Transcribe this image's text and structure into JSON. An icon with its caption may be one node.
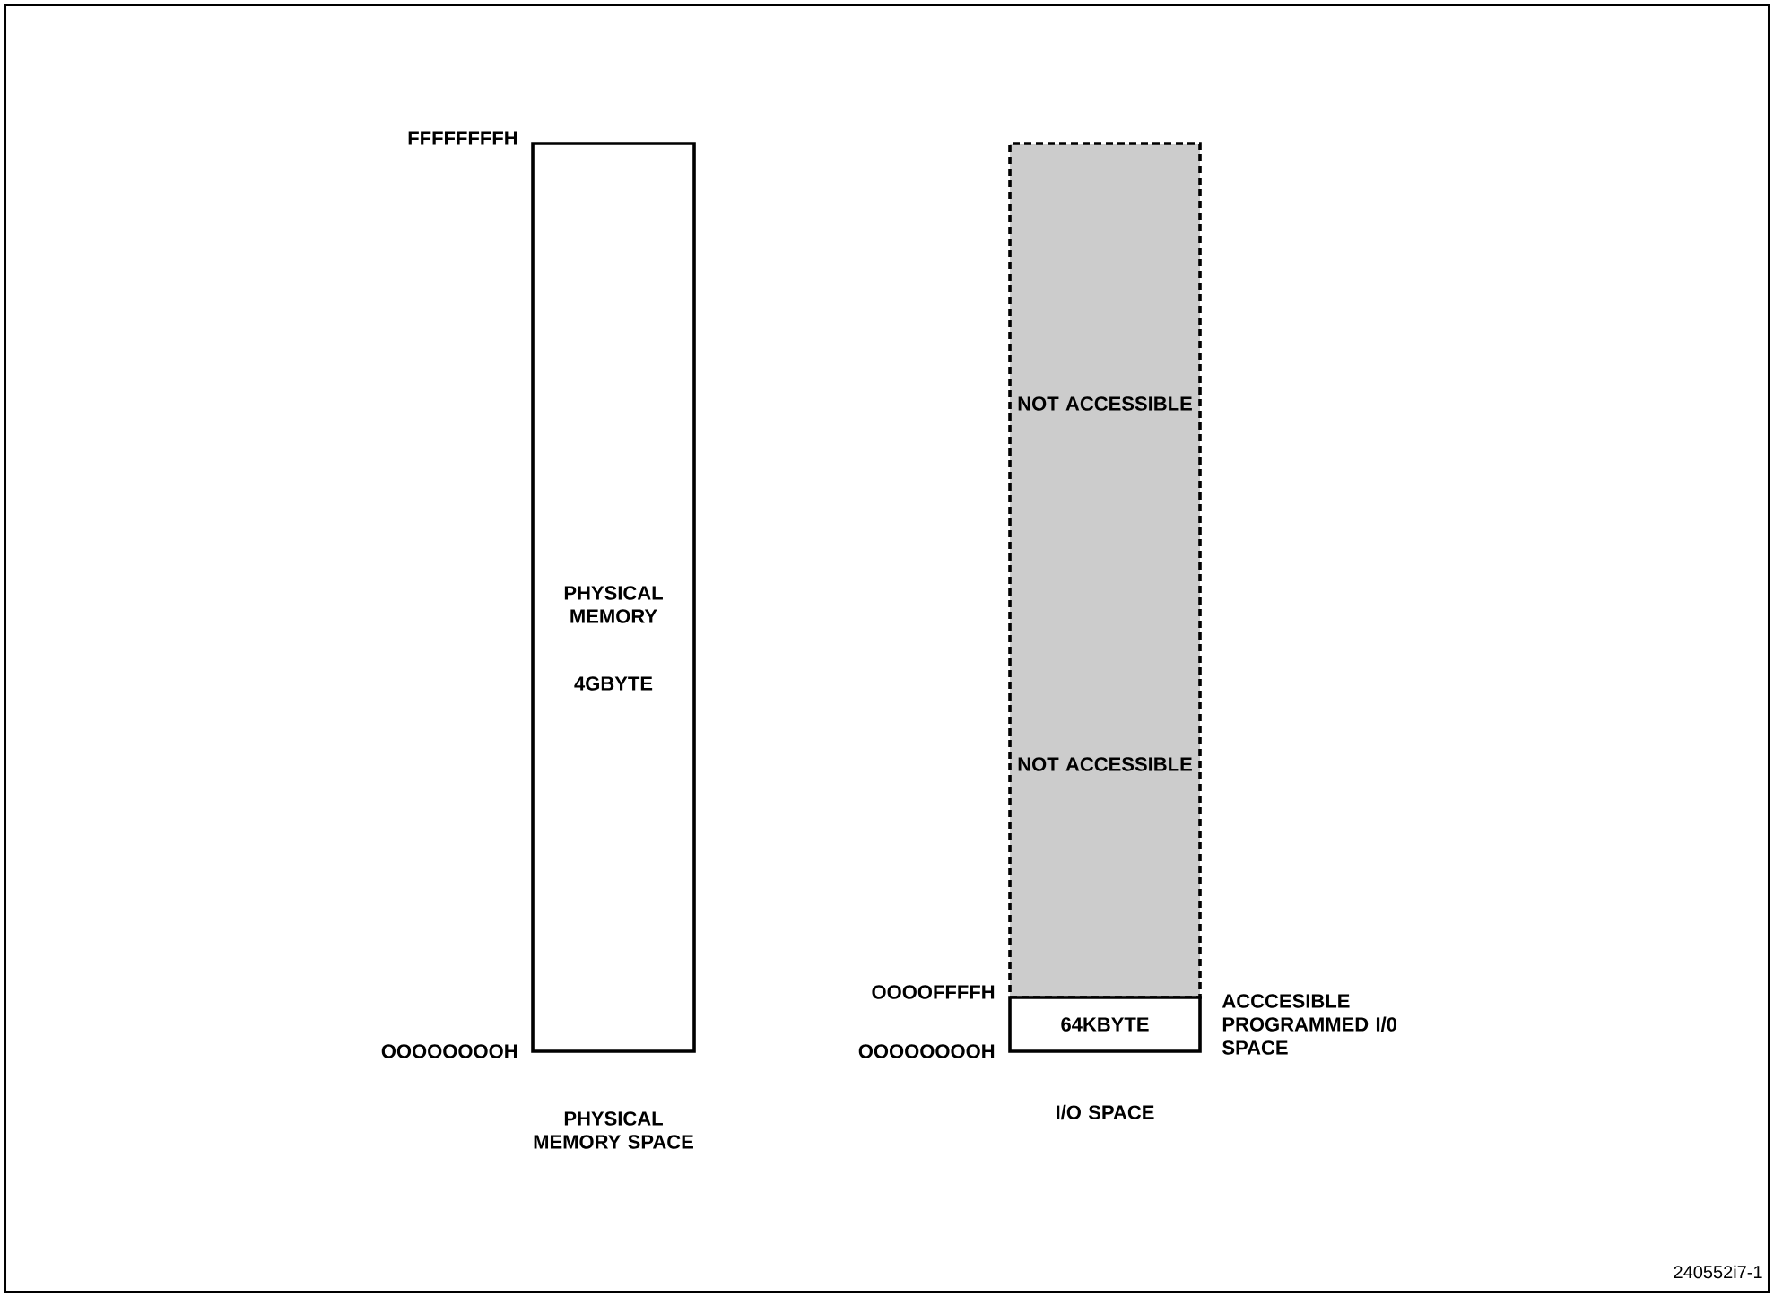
{
  "diagram": {
    "nodes": [
      {
        "text": [
          "PHYSICAL MEMORY",
          "4GBYTE"
        ]
      },
      {
        "text": [
          "NOT ACCESSIBLE",
          "NOT ACCESSIBLE"
        ]
      },
      {
        "text": [
          "64KBYTE"
        ],
        "beside": [
          "ACCCESIBLE PROGRAMMED I/0 SPACE"
        ]
      }
    ],
    "labels": [
      "FFFFFFFFH",
      "OOOOOOOOH",
      "OOOOFFFFH",
      "OOOOOOOOH",
      "PHYSICAL MEMORY SPACE",
      "I/O SPACE",
      "240552i7-1"
    ]
  }
}
